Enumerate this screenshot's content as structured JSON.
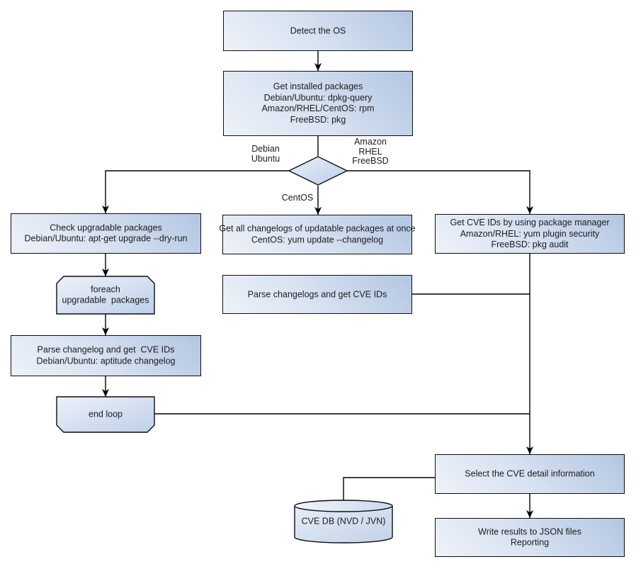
{
  "colors": {
    "canvas_background": "#ffffff",
    "connector_stroke": "#000000",
    "node_border": "#0e0e0e",
    "node_fill_light": "#eef2f9",
    "node_fill_dark": "#b2c6e2",
    "text": "#1c1c1c"
  },
  "nodes": {
    "detect_os": "Detect the OS",
    "get_installed_packages": "Get installed packages\nDebian/Ubuntu: dpkg-query\nAmazon/RHEL/CentOS: rpm\nFreeBSD: pkg",
    "check_upgradable": "Check upgradable packages\nDebian/Ubuntu: apt-get upgrade --dry-run",
    "foreach_loop_start": "foreach\nupgradable  packages",
    "parse_changelog_deb": "Parse changelog and get  CVE IDs\nDebian/Ubuntu: aptitude changelog",
    "end_loop": "end loop",
    "get_all_changelogs": "Get all changelogs of updatable packages at once\nCentOS: yum update --changelog",
    "parse_changelogs_centos": "Parse changelogs and get CVE IDs",
    "get_cve_ids_pkg_mgr": "Get CVE IDs by using package manager\nAmazon/RHEL: yum plugin security\nFreeBSD: pkg audit",
    "select_cve_detail": "Select the CVE detail information",
    "cve_db": "CVE DB (NVD / JVN)",
    "write_results": "Write results to JSON files\nReporting"
  },
  "edge_labels": {
    "debian_ubuntu": "Debian\nUbuntu",
    "amazon_rhel_freebsd": "Amazon\nRHEL\nFreeBSD",
    "centos": "CentOS"
  }
}
